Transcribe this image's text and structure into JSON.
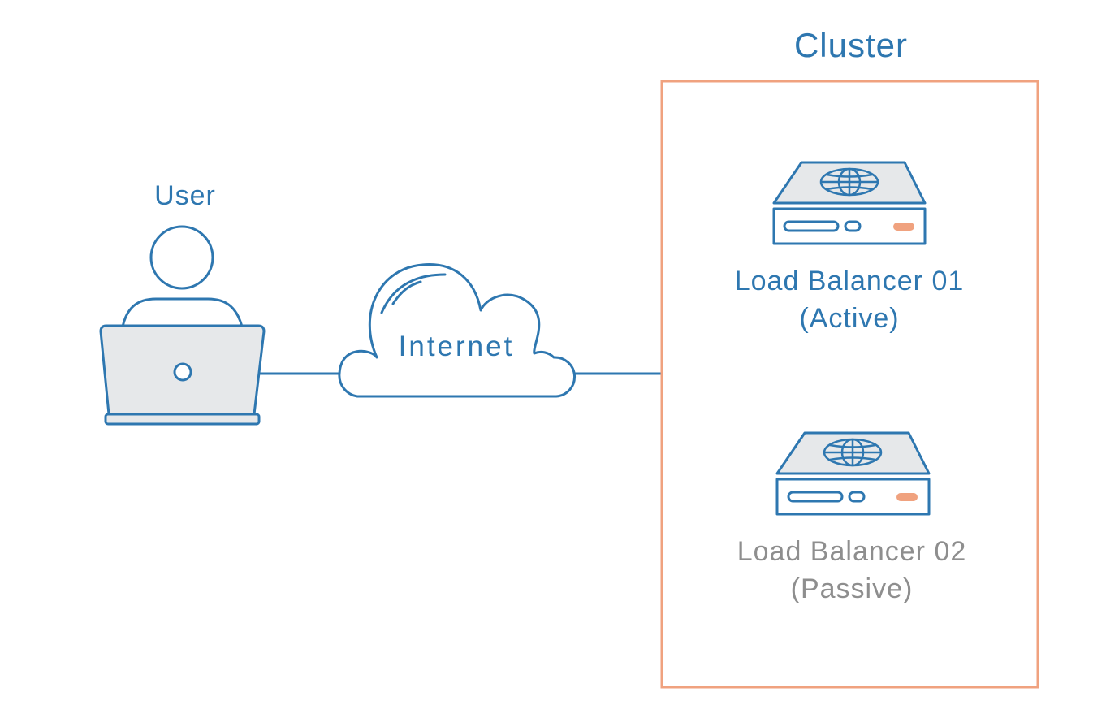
{
  "colors": {
    "primary": "#2e77b0",
    "accent": "#f0a27f",
    "fill": "#e6e8ea",
    "muted": "#8e8e8e",
    "background": "#ffffff"
  },
  "cluster": {
    "title": "Cluster",
    "status": "active"
  },
  "user": {
    "label": "User",
    "icon": "user-at-laptop-icon"
  },
  "internet": {
    "label": "Internet",
    "icon": "cloud-icon"
  },
  "load_balancers": [
    {
      "name": "Load Balancer 01",
      "status": "(Active)",
      "icon": "server-globe-icon",
      "active": true
    },
    {
      "name": "Load Balancer 02",
      "status": "(Passive)",
      "icon": "server-globe-icon",
      "active": false
    }
  ]
}
